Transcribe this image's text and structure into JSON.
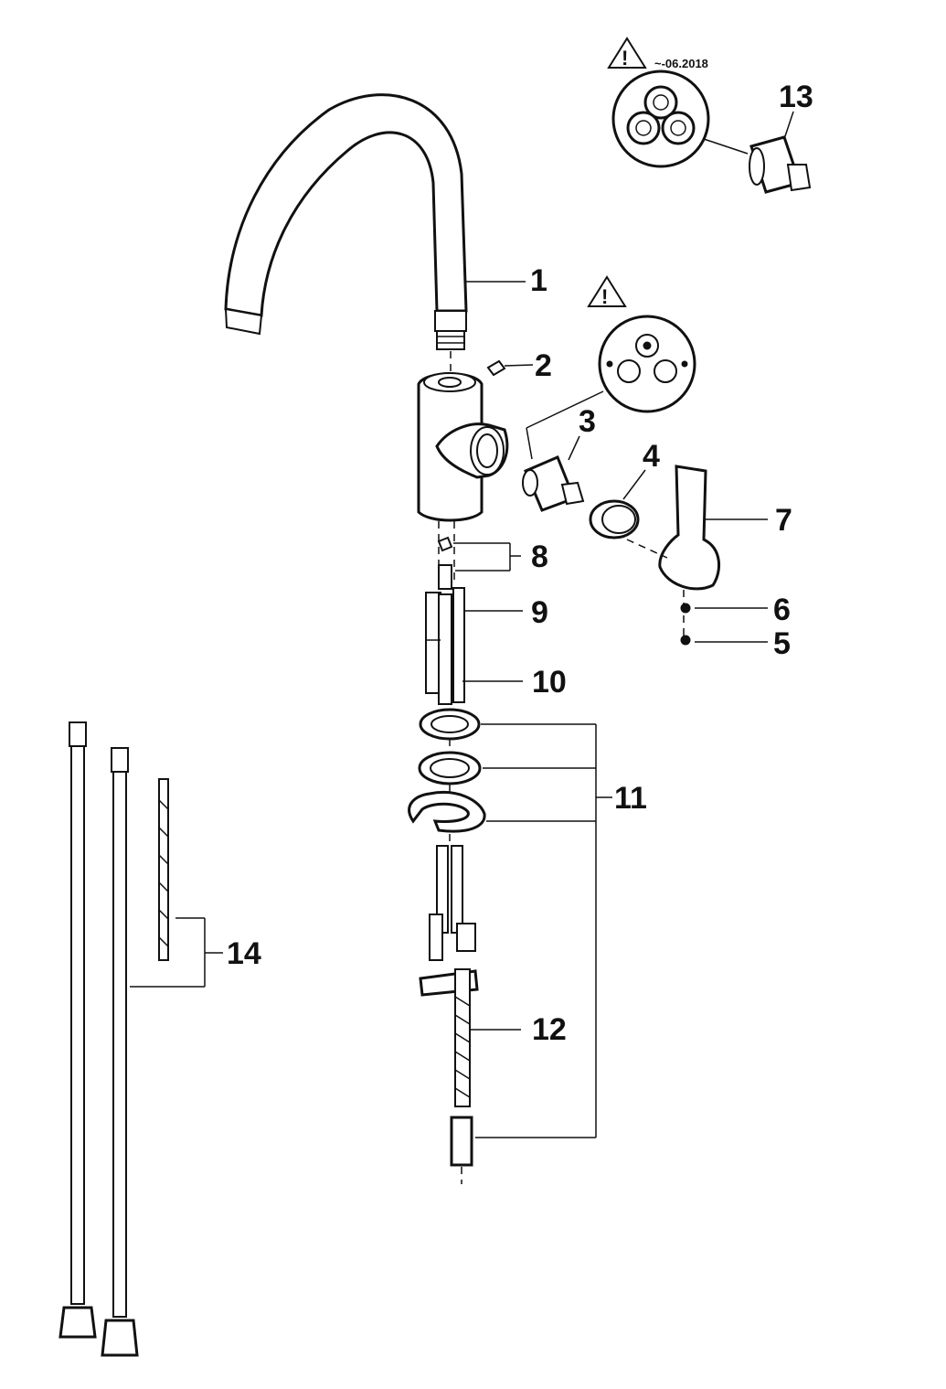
{
  "warnings": [
    {
      "mark": "!",
      "date": "~-06.2018"
    },
    {
      "mark": "!",
      "date": ""
    }
  ],
  "labels": {
    "p1": "1",
    "p2": "2",
    "p3": "3",
    "p4": "4",
    "p5": "5",
    "p6": "6",
    "p7": "7",
    "p8": "8",
    "p9": "9",
    "p10": "10",
    "p11": "11",
    "p12": "12",
    "p13": "13",
    "p14": "14"
  }
}
